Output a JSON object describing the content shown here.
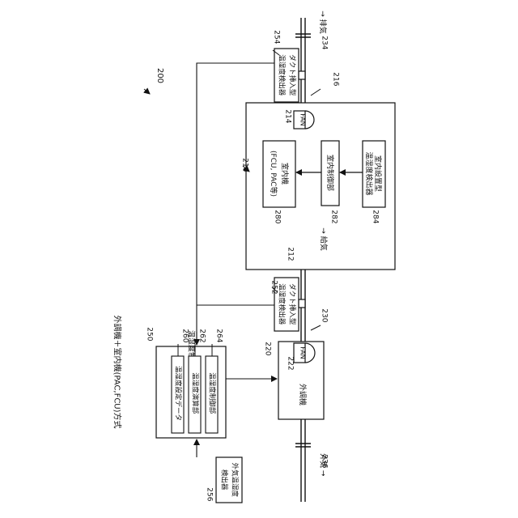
{
  "figure": {
    "main_ref": "200",
    "title": "外調機＋室内機(PAC,FCU)方式"
  },
  "room": {
    "ref": "210",
    "fan_ref": "214",
    "fan_label": "FAN",
    "indoor_unit": {
      "ref": "280",
      "line1": "室内機",
      "line2": "(FCU, PAC等)"
    },
    "indoor_controller": {
      "ref": "282",
      "label": "室内制御部"
    },
    "indoor_sensor": {
      "ref": "284",
      "line1": "室内設置型",
      "line2": "温湿度検出器"
    }
  },
  "ducts": {
    "exhaust_duct_ref": "216",
    "supply_duct_ref": "230",
    "exhaust_opening_ref": "234",
    "exhaust_label": "→ 排気",
    "supply_opening_ref": "212",
    "supply_label": "→ 給気",
    "outside_opening_ref": "236",
    "outside_label": "外気 →"
  },
  "sensors": {
    "exhaust_sensor": {
      "ref": "254",
      "line1": "ダクト挿入型",
      "line2": "温湿度検出器"
    },
    "supply_sensor": {
      "ref": "252",
      "line1": "ダクト挿入型",
      "line2": "温湿度検出器"
    },
    "outside_sensor": {
      "ref": "256",
      "line1": "外気温湿度",
      "line2": "検出器"
    }
  },
  "ahu": {
    "ref": "220",
    "fan_ref": "222",
    "fan_label": "FAN",
    "label": "外調機"
  },
  "controller": {
    "ref": "250",
    "title": "温湿度制御装置",
    "modules": [
      {
        "ref": "260",
        "label": "温湿度設定データ"
      },
      {
        "ref": "262",
        "label": "温湿度演算部"
      },
      {
        "ref": "264",
        "label": "温湿度制御部"
      }
    ]
  }
}
